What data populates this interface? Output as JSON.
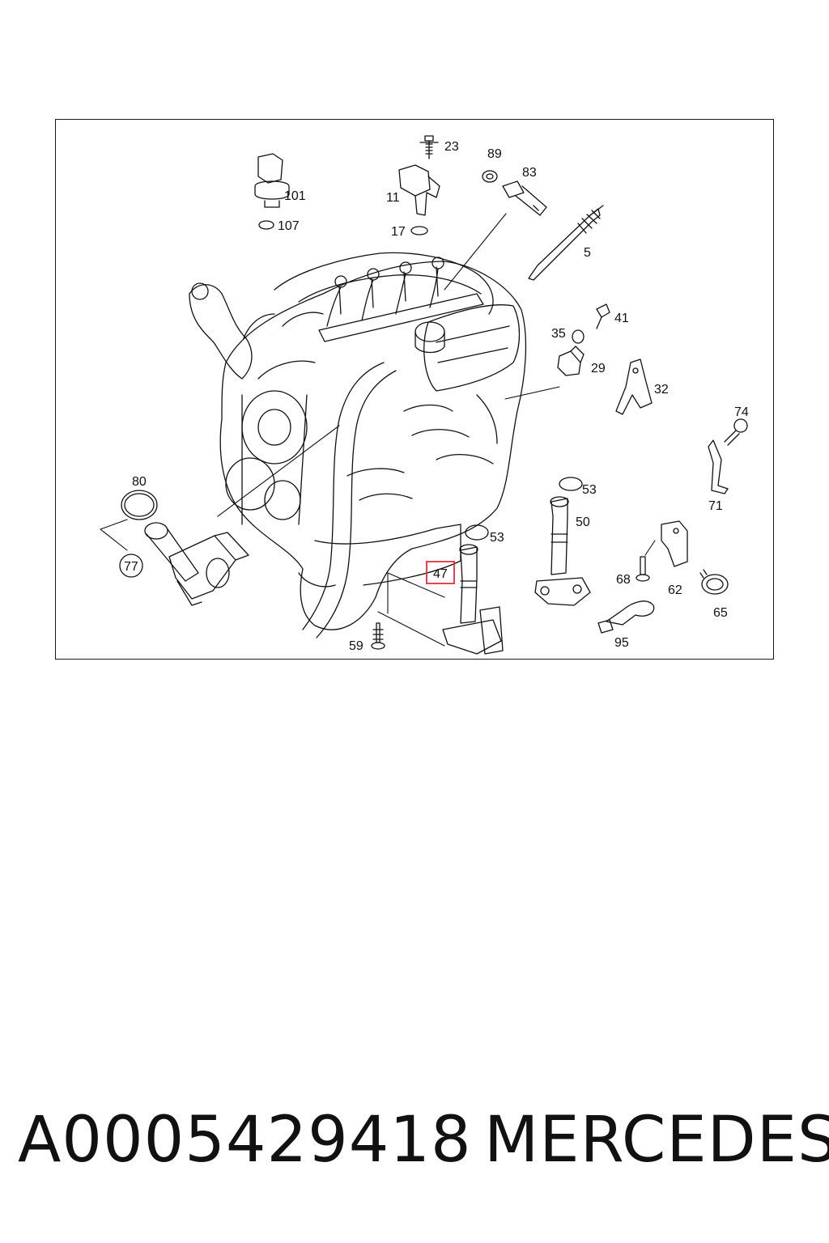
{
  "diagram": {
    "callouts": {
      "c23": "23",
      "c89": "89",
      "c83": "83",
      "c101": "101",
      "c11": "11",
      "c107": "107",
      "c17": "17",
      "c5": "5",
      "c41": "41",
      "c35": "35",
      "c29": "29",
      "c32": "32",
      "c74": "74",
      "c71": "71",
      "c80": "80",
      "c77": "77",
      "c53a": "53",
      "c50": "50",
      "c53b": "53",
      "c47": "47",
      "c68": "68",
      "c62": "62",
      "c65": "65",
      "c95": "95",
      "c59": "59"
    },
    "highlight_color": "#e0303a",
    "line_color": "#111111"
  },
  "footer": {
    "part_number": "A0005429418",
    "brand": "MERCEDES"
  }
}
